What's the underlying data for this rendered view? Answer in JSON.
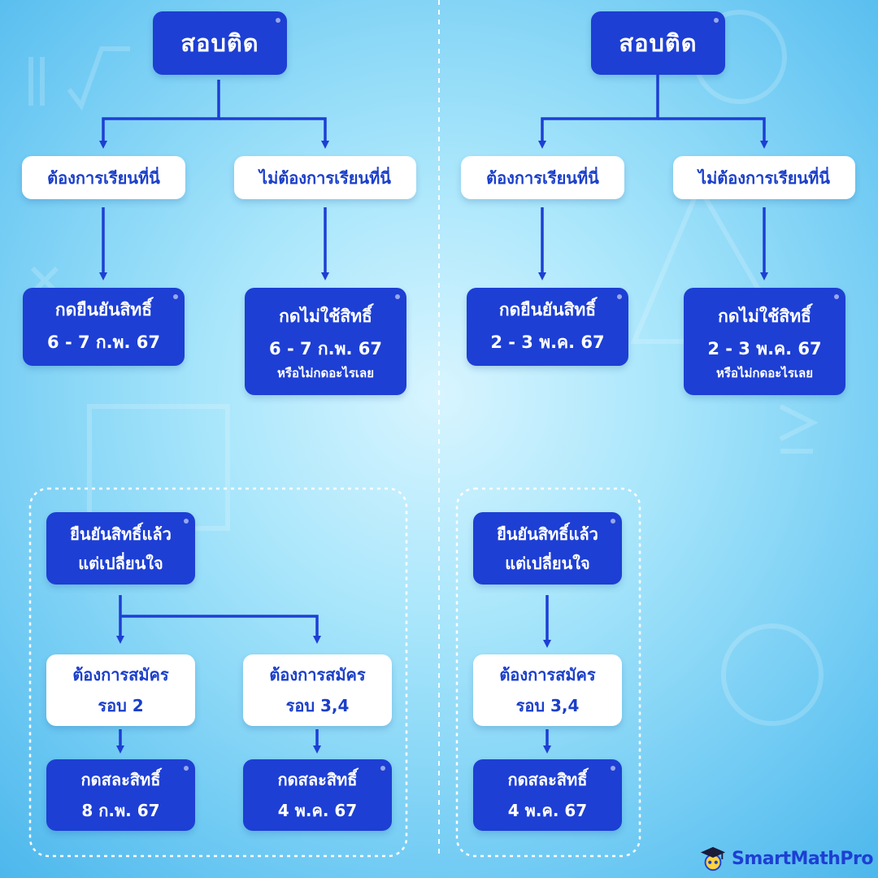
{
  "colors": {
    "box_blue": "#1d3fd4",
    "box_white": "#ffffff",
    "arrow": "#1d3fd4",
    "background": "#a9e6fb"
  },
  "left": {
    "title": "สอบติด",
    "option_want": "ต้องการเรียนที่นี่",
    "option_not_want": "ไม่ต้องการเรียนที่นี่",
    "confirm": {
      "line1": "กดยืนยันสิทธิ์",
      "line2": "6 - 7 ก.พ. 67"
    },
    "decline": {
      "line1": "กดไม่ใช้สิทธิ์",
      "line2": "6 - 7 ก.พ. 67",
      "line3": "หรือไม่กดอะไรเลย"
    },
    "changed_mind": {
      "line1": "ยืนยันสิทธิ์แล้ว",
      "line2": "แต่เปลี่ยนใจ"
    },
    "apply_round2": {
      "line1": "ต้องการสมัคร",
      "line2": "รอบ 2"
    },
    "apply_round34": {
      "line1": "ต้องการสมัคร",
      "line2": "รอบ 3,4"
    },
    "waive_round2": {
      "line1": "กดสละสิทธิ์",
      "line2": "8 ก.พ. 67"
    },
    "waive_round34": {
      "line1": "กดสละสิทธิ์",
      "line2": "4 พ.ค. 67"
    }
  },
  "right": {
    "title": "สอบติด",
    "option_want": "ต้องการเรียนที่นี่",
    "option_not_want": "ไม่ต้องการเรียนที่นี่",
    "confirm": {
      "line1": "กดยืนยันสิทธิ์",
      "line2": "2 - 3 พ.ค. 67"
    },
    "decline": {
      "line1": "กดไม่ใช้สิทธิ์",
      "line2": "2 - 3 พ.ค. 67",
      "line3": "หรือไม่กดอะไรเลย"
    },
    "changed_mind": {
      "line1": "ยืนยันสิทธิ์แล้ว",
      "line2": "แต่เปลี่ยนใจ"
    },
    "apply_round34": {
      "line1": "ต้องการสมัคร",
      "line2": "รอบ 3,4"
    },
    "waive_round34": {
      "line1": "กดสละสิทธิ์",
      "line2": "4 พ.ค. 67"
    }
  },
  "logo": {
    "name": "SmartMathPro",
    "icon": "graduation-cap-icon"
  }
}
